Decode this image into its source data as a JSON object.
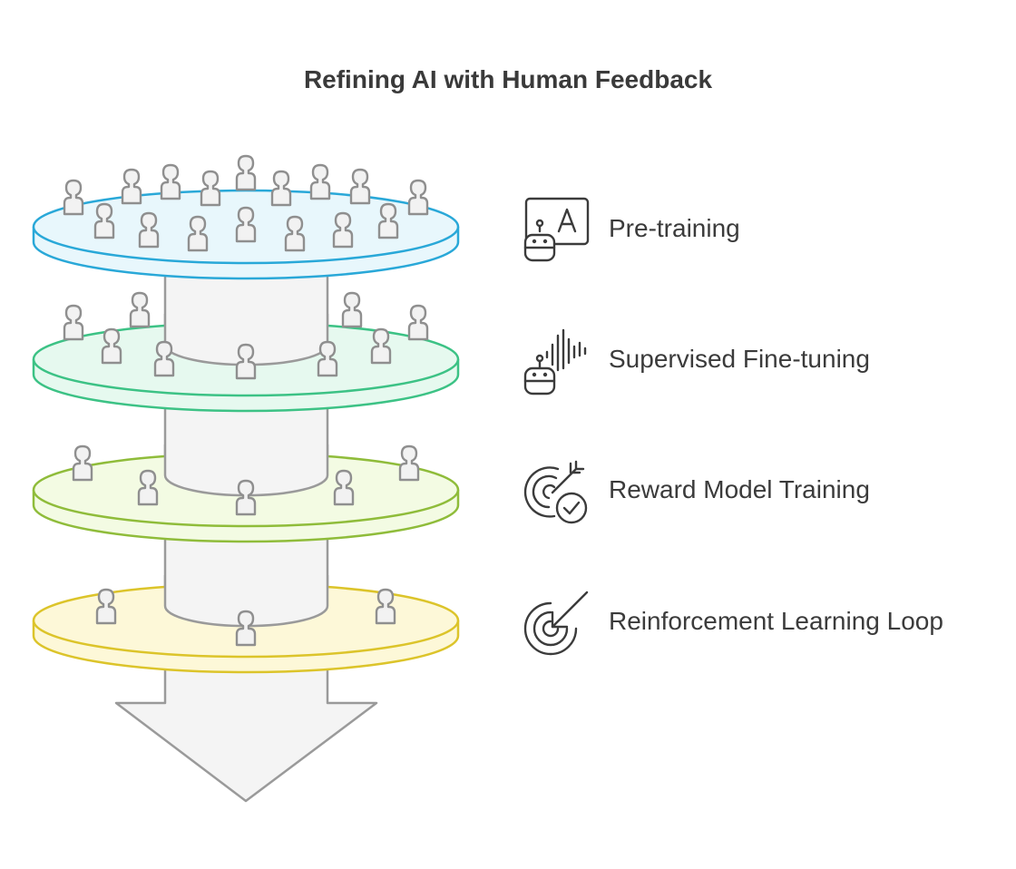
{
  "title": "Refining AI with Human Feedback",
  "stages": [
    {
      "label": "Pre-training",
      "icon": "robot-letter-icon",
      "color": "#29a8d8",
      "fill": "#e8f7fc"
    },
    {
      "label": "Supervised Fine-tuning",
      "icon": "robot-soundwave-icon",
      "color": "#3cc285",
      "fill": "#e6f9ef"
    },
    {
      "label": "Reward Model Training",
      "icon": "target-check-icon",
      "color": "#8fbc3a",
      "fill": "#f3fbe3"
    },
    {
      "label": "Reinforcement Learning Loop",
      "icon": "target-arrow-icon",
      "color": "#dcc42a",
      "fill": "#fdf8d8"
    }
  ],
  "colors": {
    "arrow_fill": "#f4f4f4",
    "arrow_stroke": "#9a9a9a",
    "person_fill": "#f2f2f2",
    "person_stroke": "#8f8f8f",
    "text": "#3b3b3b",
    "icon_stroke": "#3b3b3b"
  }
}
